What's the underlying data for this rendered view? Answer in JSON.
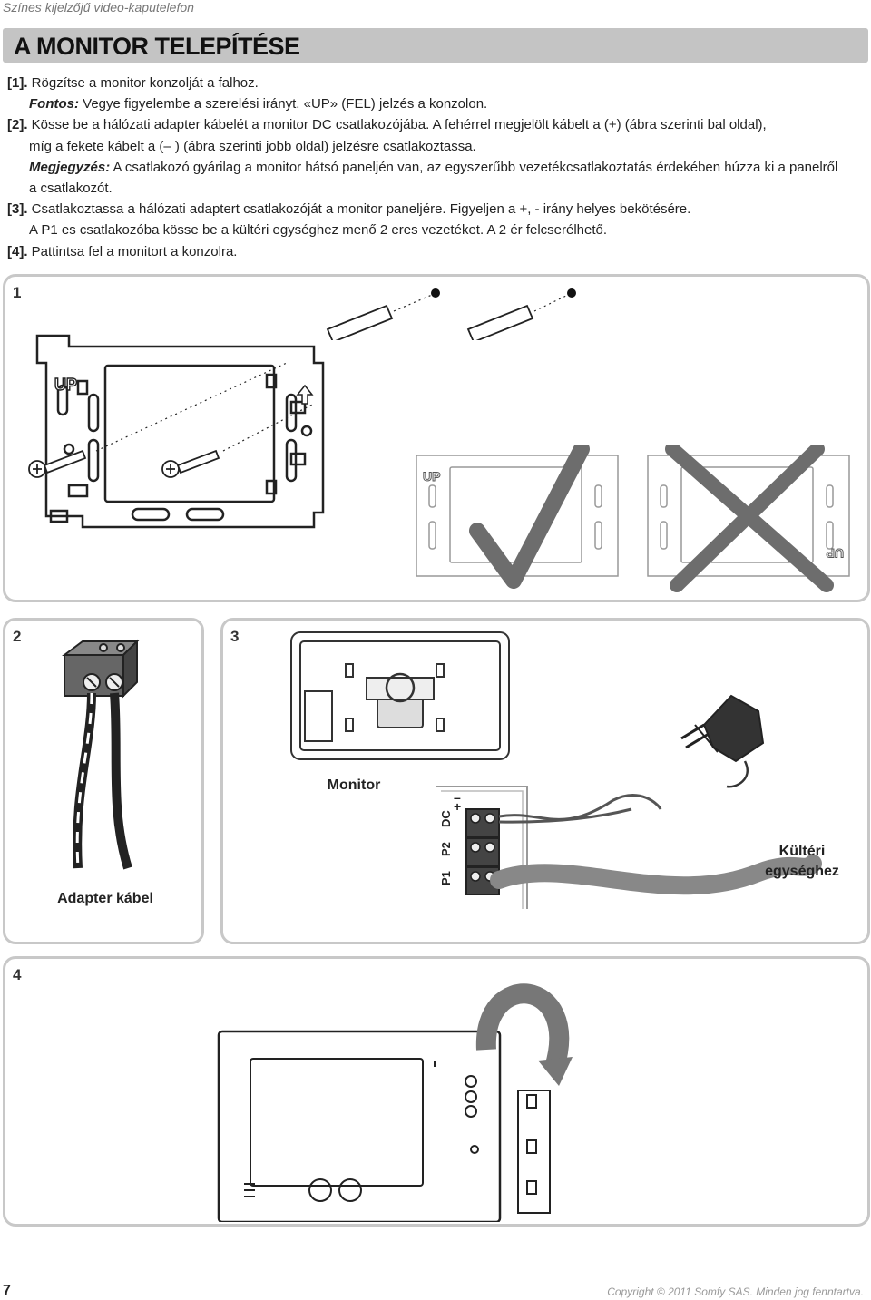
{
  "header": {
    "subtitle": "Színes kijelzőjű video-kaputelefon"
  },
  "title": "A MONITOR TELEPÍTÉSE",
  "steps": {
    "s1_num": "[1].",
    "s1_line1": "Rögzítse a monitor konzolját a falhoz.",
    "s1_important_label": "Fontos:",
    "s1_important_text": "Vegye figyelembe a szerelési irányt. «UP» (FEL) jelzés a konzolon.",
    "s2_num": "[2].",
    "s2_line1": "Kösse be a hálózati adapter kábelét a monitor DC csatlakozójába. A fehérrel megjelölt kábelt a (+) (ábra szerinti bal oldal),",
    "s2_line2": "míg a fekete kábelt a (– ) (ábra szerinti jobb oldal) jelzésre csatlakoztassa.",
    "s2_note_label": "Megjegyzés:",
    "s2_note_text": "A csatlakozó gyárilag a monitor hátsó paneljén van, az egyszerűbb vezetékcsatlakoztatás érdekében húzza ki a panelről",
    "s2_note_text2": "a csatlakozót.",
    "s3_num": "[3].",
    "s3_line1": "Csatlakoztassa a hálózati adaptert csatlakozóját a monitor paneljére. Figyeljen a +, - irány helyes bekötésére.",
    "s3_line2": "A P1 es csatlakozóba kösse be a kültéri egységhez menő 2 eres vezetéket. A 2 ér felcserélhető.",
    "s4_num": "[4].",
    "s4_line1": "Pattintsa fel a monitort a konzolra."
  },
  "panels": {
    "p1": "1",
    "p2": "2",
    "p3": "3",
    "p4": "4",
    "up_label": "UP",
    "adapter_label": "Adapter kábel",
    "monitor_label": "Monitor",
    "outdoor_label_1": "Kültéri",
    "outdoor_label_2": "egységhez",
    "dc_label": "DC",
    "p2_label": "P2",
    "p1_label": "P1",
    "plus_label": "+",
    "minus_label": "–"
  },
  "footer": {
    "page_number": "7",
    "copyright": "Copyright © 2011 Somfy SAS. Minden jog fenntartva."
  }
}
